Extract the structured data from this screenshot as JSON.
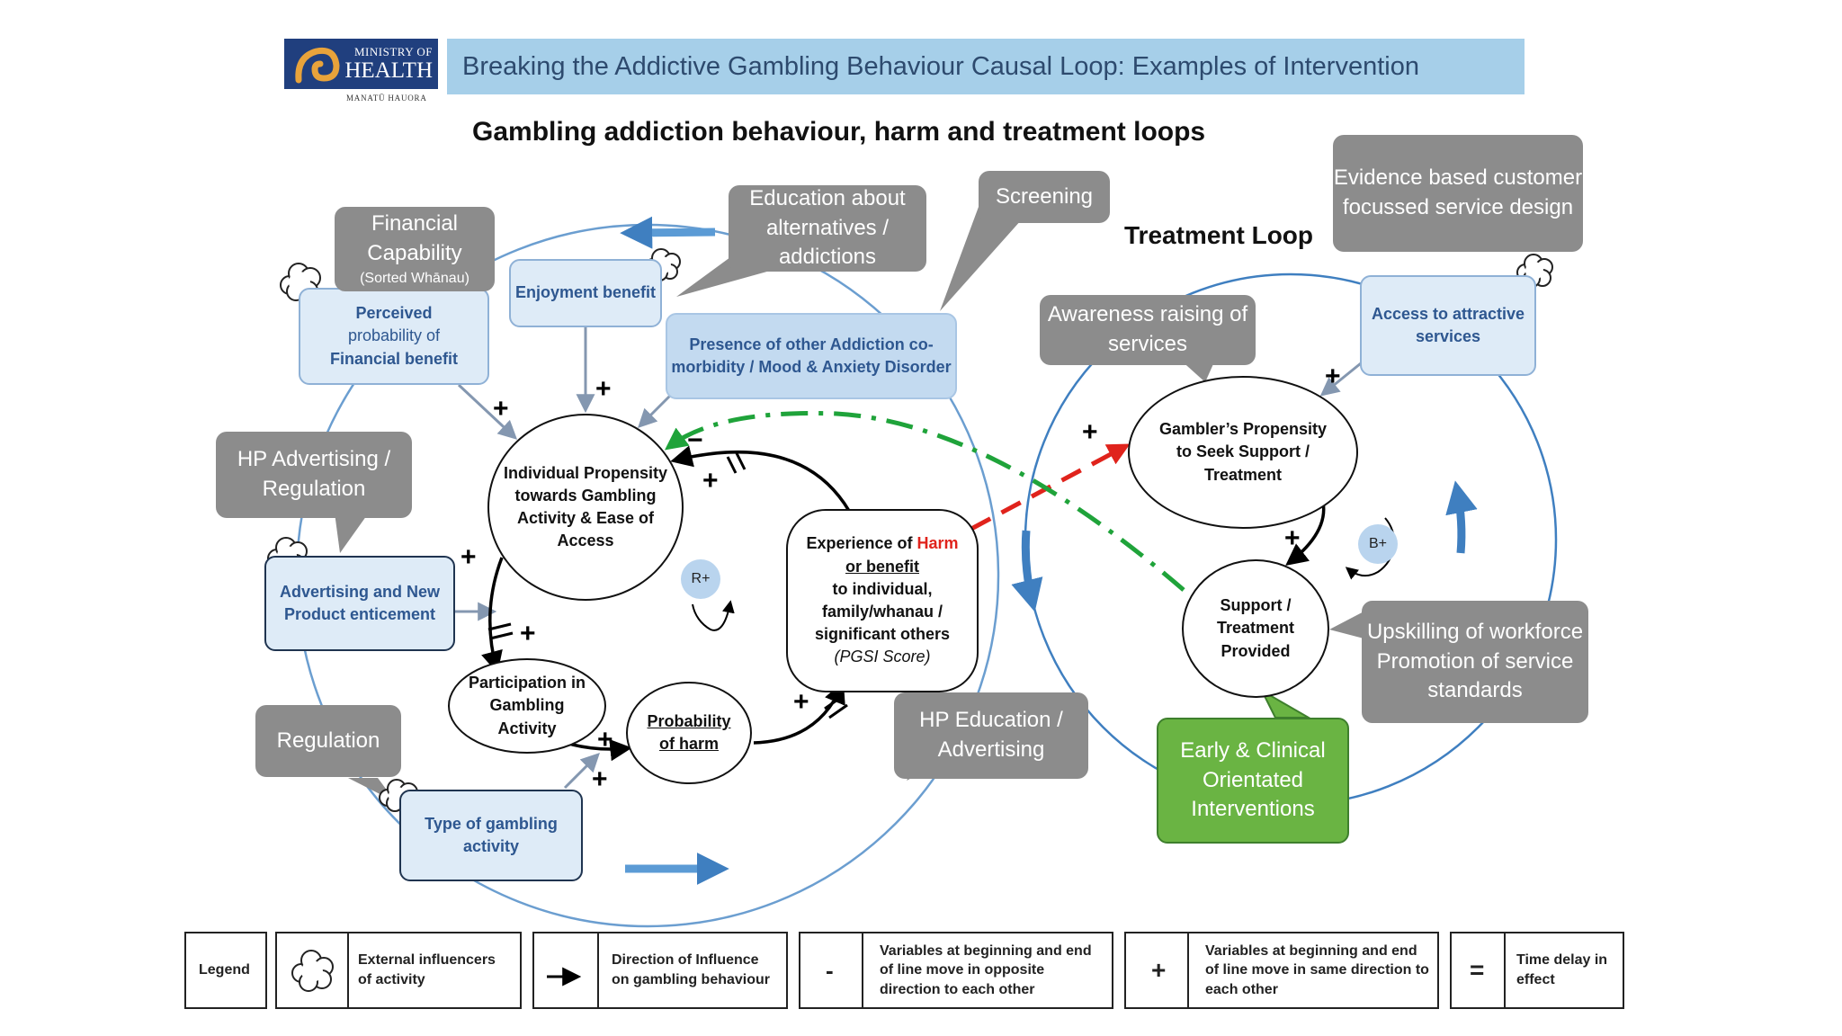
{
  "header": {
    "logo_line1": "MINISTRY OF",
    "logo_line2": "HEALTH",
    "logo_sub": "MANATŪ HAUORA",
    "title": "Breaking the Addictive Gambling Behaviour Causal Loop: Examples of Intervention"
  },
  "diagram": {
    "subtitle": "Gambling addiction behaviour, harm and treatment loops",
    "treatment_loop_label": "Treatment Loop",
    "variables": {
      "perceived_1": "Perceived",
      "perceived_2": "probability of",
      "perceived_3": "Financial benefit",
      "enjoyment": "Enjoyment benefit",
      "presence": "Presence of other Addiction co-morbidity / Mood & Anxiety Disorder",
      "advertising": "Advertising and New Product enticement",
      "type_gambling": "Type of gambling activity",
      "access": "Access to attractive services"
    },
    "nodes": {
      "individual": "Individual Propensity towards Gambling Activity & Ease of Access",
      "participation": "Participation in Gambling Activity",
      "probability_harm": "Probability of harm",
      "experience_1": "Experience of",
      "experience_harm": "Harm",
      "experience_2": "or benefit",
      "experience_3": "to individual, family/whanau / significant others",
      "experience_pgsi": "(PGSI Score)",
      "propensity_seek": "Gambler’s Propensity to Seek Support / Treatment",
      "support": "Support / Treatment Provided"
    },
    "badges": {
      "reinforcing": "R+",
      "balancing": "B+"
    },
    "influencers": {
      "financial": "Financial Capability",
      "financial_sub": "(Sorted Whānau)",
      "education": "Education about alternatives / addictions",
      "screening": "Screening",
      "evidence": "Evidence based customer focussed service design",
      "awareness": "Awareness raising of services",
      "hp_advertising": "HP Advertising / Regulation",
      "regulation": "Regulation",
      "hp_education": "HP Education / Advertising",
      "upskilling": "Upskilling of workforce Promotion of service standards",
      "early": "Early & Clinical Orientated Interventions"
    },
    "signs": {
      "plus": "+",
      "minus": "−",
      "delay": "="
    }
  },
  "legend": {
    "title": "Legend",
    "cloud": "External influencers of activity",
    "arrow": "Direction of Influence on gambling behaviour",
    "minus_symbol": "-",
    "minus": "Variables at beginning and end of line move in opposite direction to each other",
    "plus_symbol": "+",
    "plus": "Variables at beginning and end of line move in same direction to each other",
    "equals_symbol": "=",
    "equals": "Time delay in effect"
  },
  "colors": {
    "header_bar": "#a6cfe9",
    "logo_navy": "#203f7e",
    "influencer_grey": "#8c8c8c",
    "clinical_green": "#6ab443",
    "variable_fill": "#deebf7",
    "loop_blue": "#3f7fc0",
    "harm_red": "#e0231c",
    "dash_green": "#1fa33a"
  }
}
